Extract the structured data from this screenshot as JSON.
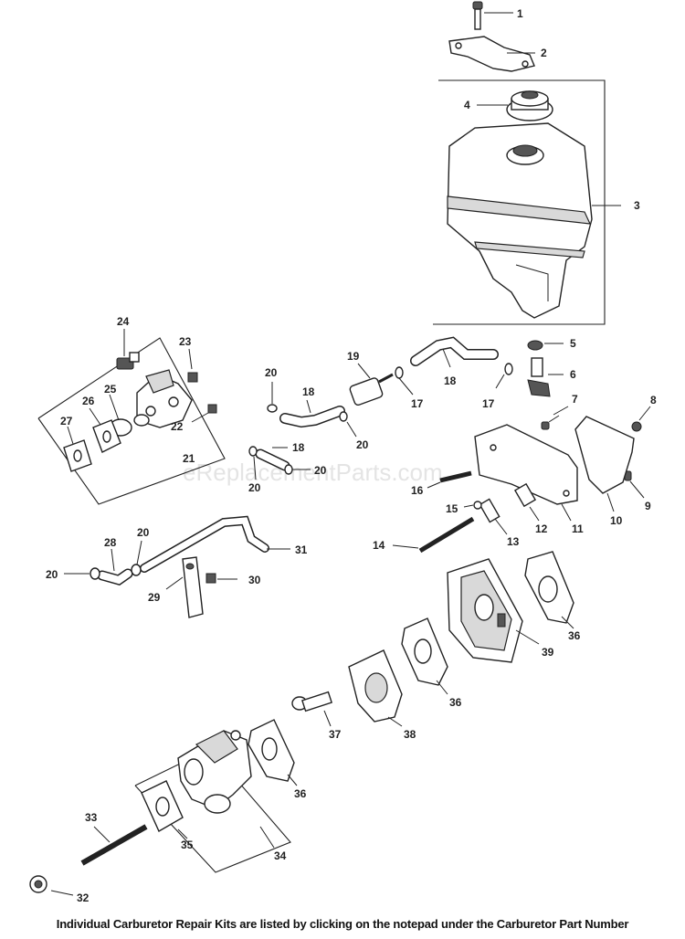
{
  "watermark": "eReplacementParts.com",
  "footer_note": "Individual Carburetor Repair Kits are listed by clicking on the notepad under the Carburetor Part Number",
  "callouts": {
    "c1": "1",
    "c2": "2",
    "c3": "3",
    "c4": "4",
    "c5": "5",
    "c6": "6",
    "c7": "7",
    "c8": "8",
    "c9": "9",
    "c10": "10",
    "c11": "11",
    "c12": "12",
    "c13": "13",
    "c14": "14",
    "c15": "15",
    "c16": "16",
    "c17a": "17",
    "c17b": "17",
    "c18a": "18",
    "c18b": "18",
    "c18c": "18",
    "c19": "19",
    "c20a": "20",
    "c20b": "20",
    "c20c": "20",
    "c20d": "20",
    "c20e": "20",
    "c20f": "20",
    "c21": "21",
    "c22": "22",
    "c23": "23",
    "c24": "24",
    "c25": "25",
    "c26": "26",
    "c27": "27",
    "c28": "28",
    "c29": "29",
    "c30": "30",
    "c31": "31",
    "c32": "32",
    "c33": "33",
    "c34": "34",
    "c35": "35",
    "c36a": "36",
    "c36b": "36",
    "c36c": "36",
    "c37": "37",
    "c38": "38",
    "c39": "39"
  }
}
